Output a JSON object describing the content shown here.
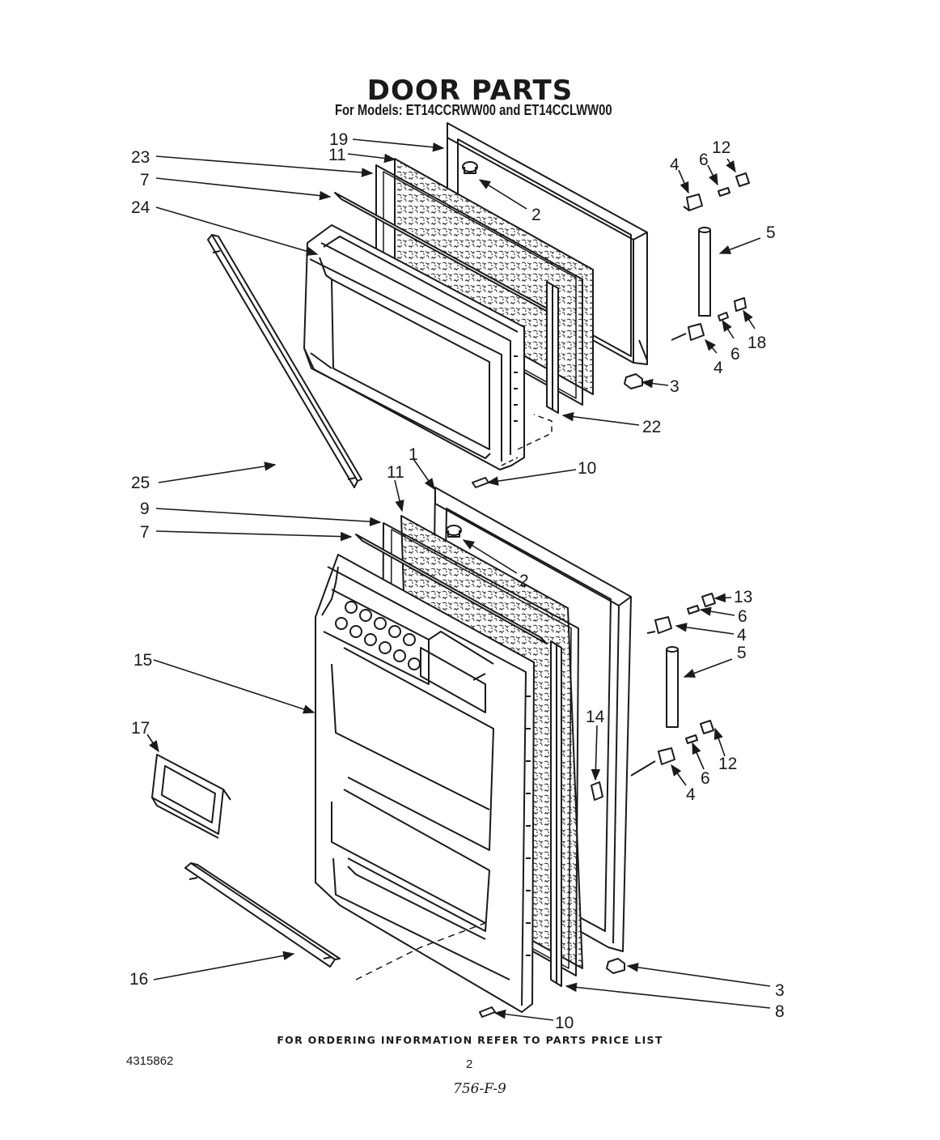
{
  "title": "DOOR PARTS",
  "subtitle": "For Models: ET14CCRWW00 and ET14CCLWW00",
  "footer": "FOR ORDERING INFORMATION REFER TO PARTS PRICE LIST",
  "doc_number": "4315862",
  "page_number": "2",
  "handwritten_note": "756-F-9",
  "callouts": [
    {
      "id": "c19",
      "text": "19"
    },
    {
      "id": "c11a",
      "text": "11"
    },
    {
      "id": "c23",
      "text": "23"
    },
    {
      "id": "c7a",
      "text": "7"
    },
    {
      "id": "c24",
      "text": "24"
    },
    {
      "id": "c2a",
      "text": "2"
    },
    {
      "id": "c4a",
      "text": "4"
    },
    {
      "id": "c6a",
      "text": "6"
    },
    {
      "id": "c12a",
      "text": "12"
    },
    {
      "id": "c5a",
      "text": "5"
    },
    {
      "id": "c18",
      "text": "18"
    },
    {
      "id": "c6b",
      "text": "6"
    },
    {
      "id": "c4b",
      "text": "4"
    },
    {
      "id": "c3a",
      "text": "3"
    },
    {
      "id": "c22",
      "text": "22"
    },
    {
      "id": "c25",
      "text": "25"
    },
    {
      "id": "c10a",
      "text": "10"
    },
    {
      "id": "c1",
      "text": "1"
    },
    {
      "id": "c11b",
      "text": "11"
    },
    {
      "id": "c9",
      "text": "9"
    },
    {
      "id": "c7b",
      "text": "7"
    },
    {
      "id": "c2b",
      "text": "2"
    },
    {
      "id": "c13",
      "text": "13"
    },
    {
      "id": "c6c",
      "text": "6"
    },
    {
      "id": "c4c",
      "text": "4"
    },
    {
      "id": "c5b",
      "text": "5"
    },
    {
      "id": "c15",
      "text": "15"
    },
    {
      "id": "c17",
      "text": "17"
    },
    {
      "id": "c14",
      "text": "14"
    },
    {
      "id": "c12b",
      "text": "12"
    },
    {
      "id": "c6d",
      "text": "6"
    },
    {
      "id": "c4d",
      "text": "4"
    },
    {
      "id": "c16",
      "text": "16"
    },
    {
      "id": "c3b",
      "text": "3"
    },
    {
      "id": "c8",
      "text": "8"
    },
    {
      "id": "c10b",
      "text": "10"
    }
  ]
}
